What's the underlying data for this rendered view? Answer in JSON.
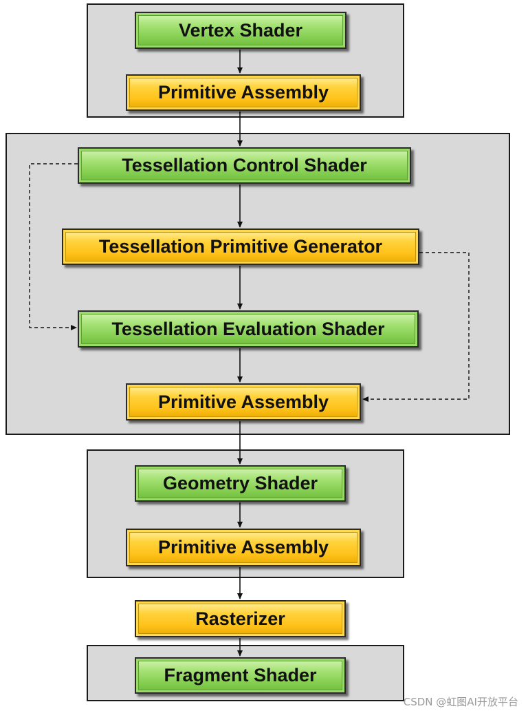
{
  "stages": {
    "vertex_shader": "Vertex Shader",
    "primitive_assembly_1": "Primitive Assembly",
    "tess_control_shader": "Tessellation Control Shader",
    "tess_primitive_generator": "Tessellation Primitive Generator",
    "tess_evaluation_shader": "Tessellation Evaluation Shader",
    "primitive_assembly_2": "Primitive Assembly",
    "geometry_shader": "Geometry Shader",
    "primitive_assembly_3": "Primitive Assembly",
    "rasterizer": "Rasterizer",
    "fragment_shader": "Fragment Shader"
  },
  "colors": {
    "shader_stage": "#86cf52",
    "fixed_function_stage": "#ffc21a",
    "group_background": "#d9d9d9"
  },
  "watermark": "CSDN @虹图AI开放平台"
}
